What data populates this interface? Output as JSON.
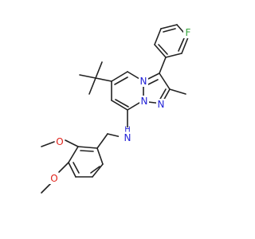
{
  "molecule": {
    "colors": {
      "bond": "#222222",
      "N": "#1f1fd6",
      "O": "#e0221a",
      "F": "#34a53a",
      "background": "#ffffff"
    },
    "atom_labels": {
      "n_pyrimidine": "N",
      "n_bridge": "N",
      "n_pyrazole": "N",
      "amine": "N",
      "amine_h": "H",
      "fluorine": "F",
      "oxygen_top": "O",
      "oxygen_bottom": "O"
    }
  }
}
